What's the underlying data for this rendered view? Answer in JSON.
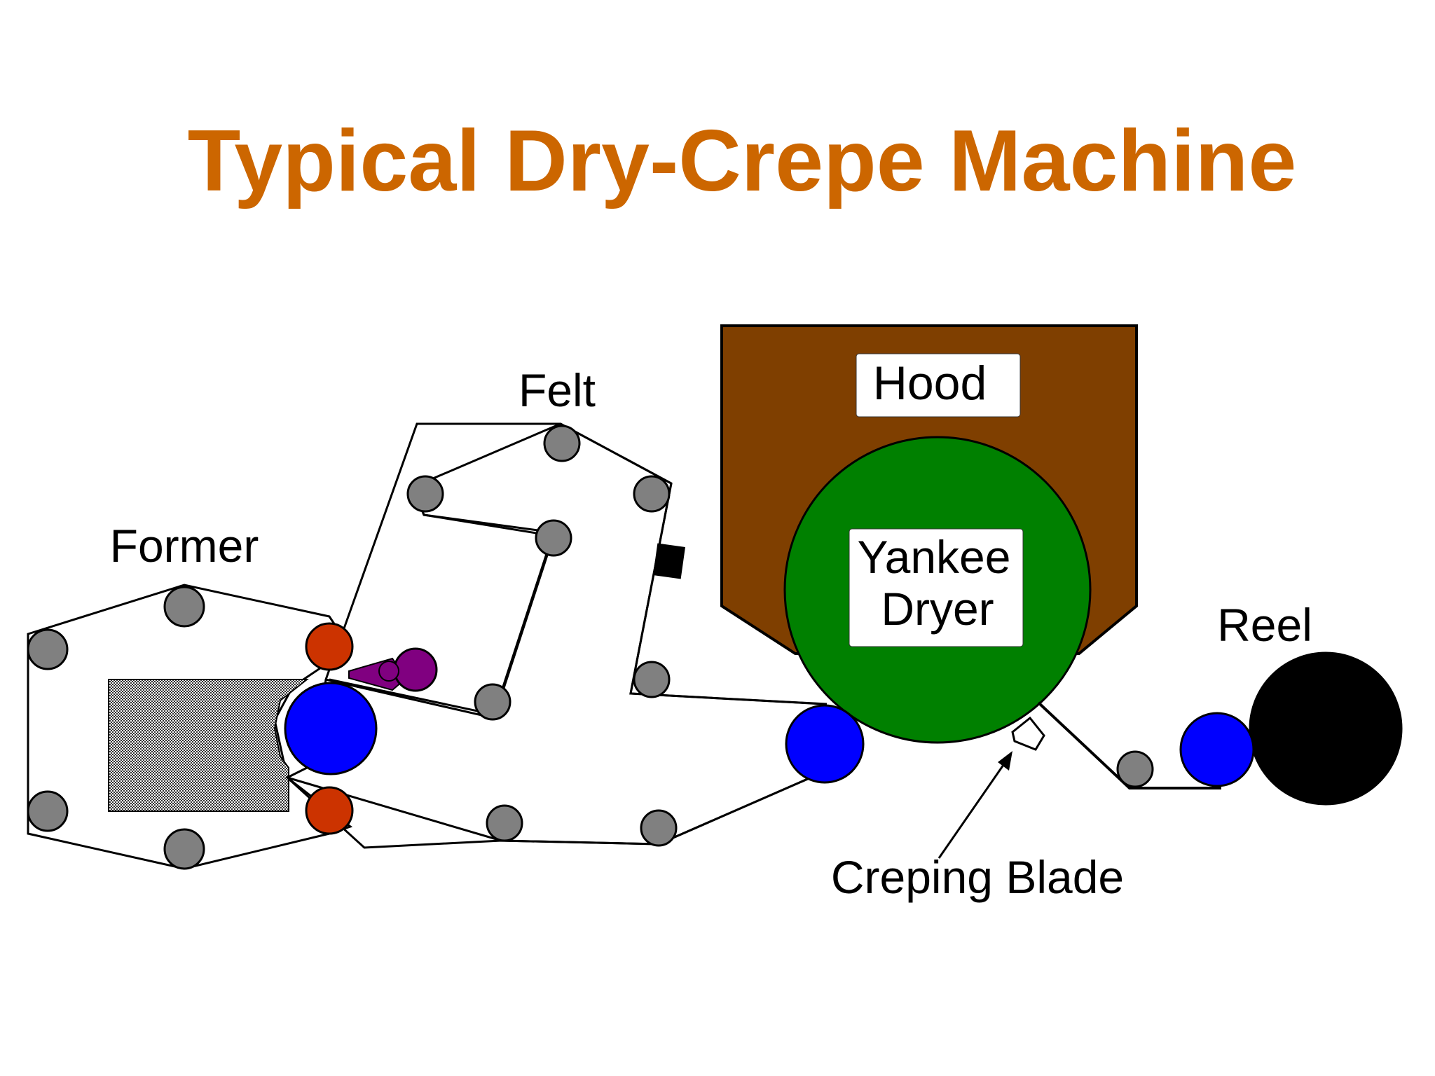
{
  "title": "Typical Dry-Crepe Machine",
  "labels": {
    "former": "Former",
    "felt": "Felt",
    "hood": "Hood",
    "yankee_line1": "Yankee",
    "yankee_line2": "Dryer",
    "reel": "Reel",
    "creping_blade": "Creping Blade"
  },
  "colors": {
    "title": "#cc6600",
    "hood": "#7f3f00",
    "yankee": "#008000",
    "roll_gray": "#808080",
    "roll_red": "#cc3300",
    "roll_blue": "#0000ff",
    "roll_purple": "#800080",
    "reel": "#000000"
  }
}
